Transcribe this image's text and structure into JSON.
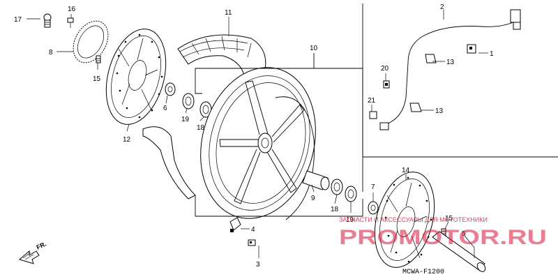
{
  "diagram": {
    "callouts": {
      "c1": "1",
      "c2": "2",
      "c3": "3",
      "c4": "4",
      "c5": "5",
      "c6": "6",
      "c7": "7",
      "c8": "8",
      "c9": "9",
      "c10": "10",
      "c11": "11",
      "c12": "12",
      "c13a": "13",
      "c13b": "13",
      "c14": "14",
      "c15a": "15",
      "c15b": "15",
      "c16": "16",
      "c17": "17",
      "c18a": "18",
      "c18b": "18",
      "c19a": "19",
      "c19b": "19",
      "c20": "20",
      "c21": "21"
    },
    "direction_label": "FR.",
    "diagram_code": "MCWA-F1200",
    "watermark": {
      "brand": "PROMOTOR.RU",
      "tagline": "ЗАПЧАСТИ И АКСЕССУАРЫ ДЛЯ МОТОТЕХНИКИ"
    },
    "colors": {
      "line": "#000000",
      "watermark": "#d8143a"
    }
  }
}
